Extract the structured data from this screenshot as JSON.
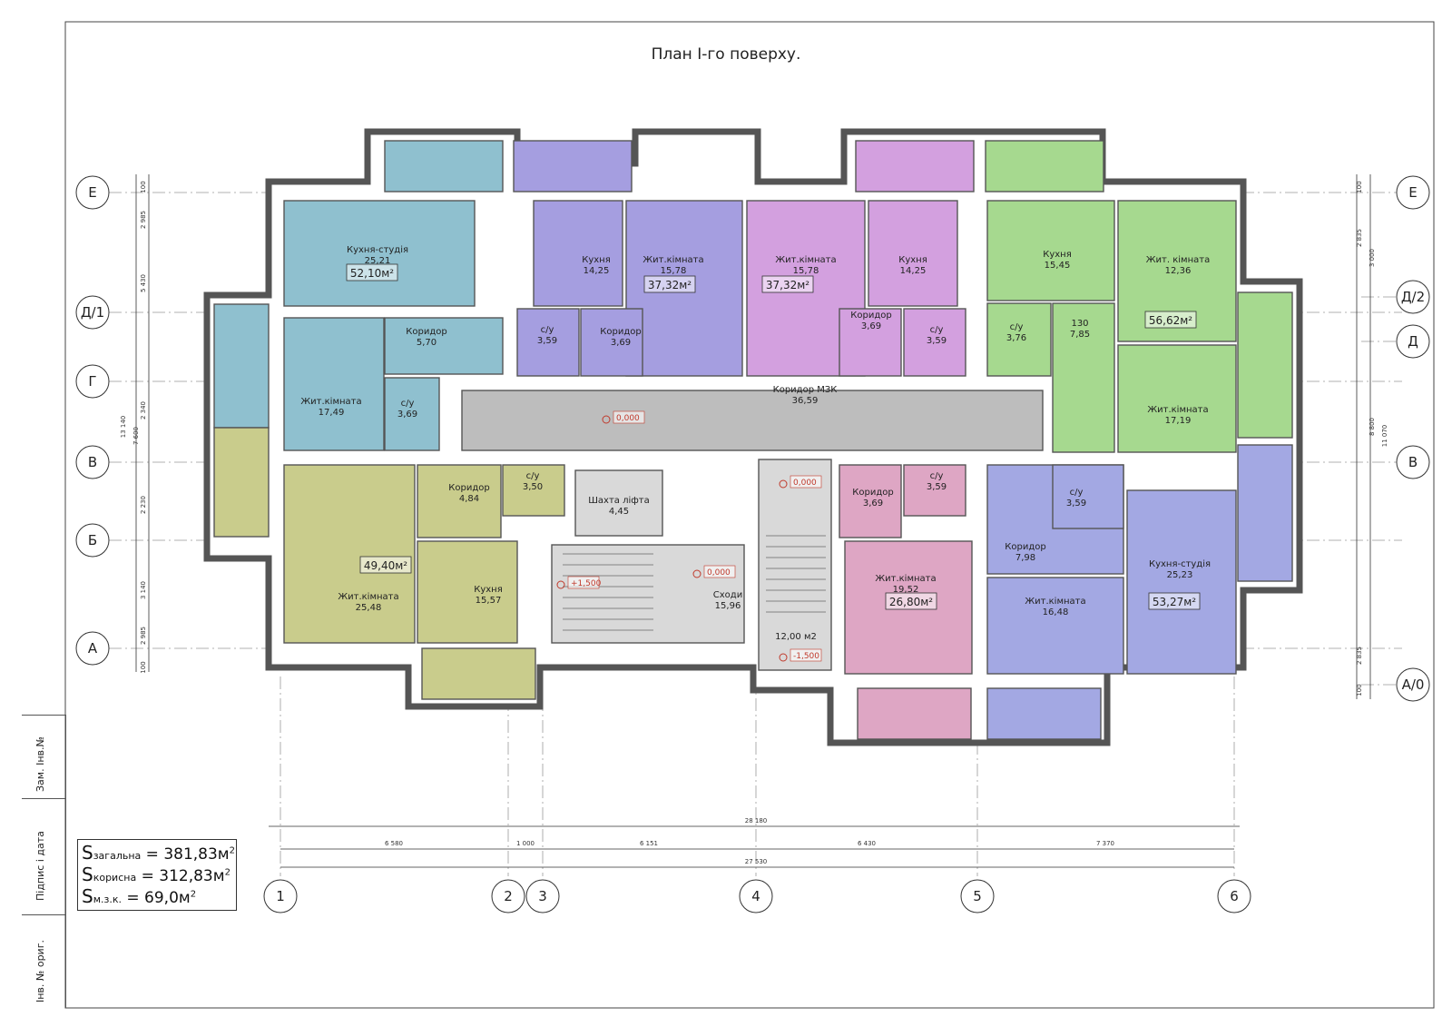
{
  "title": "План І-го поверху.",
  "axes": {
    "rows_left": [
      "Е",
      "Д/1",
      "Г",
      "В",
      "Б",
      "А"
    ],
    "rows_right": [
      "Е",
      "Д/2",
      "Д",
      "В",
      "А/0"
    ],
    "columns": [
      "1",
      "2",
      "3",
      "4",
      "5",
      "6"
    ]
  },
  "dims": {
    "overall_top": "28 180",
    "bays": [
      "6 580",
      "1 000",
      "6 151",
      "6 430",
      "7 370"
    ],
    "overall_bottom": "27 530",
    "left_chain": [
      "100",
      "2 985",
      "5 430",
      "2 340",
      "2 230",
      "3 140",
      "2 985",
      "100"
    ],
    "left_totals": [
      "13 140",
      "7 600"
    ],
    "right_chain": [
      "100",
      "2 835",
      "3 000",
      "8 800",
      "11 070",
      "2 835",
      "100"
    ]
  },
  "rooms": [
    {
      "name": "Кухня-студія",
      "area": "25,21",
      "fill": "#8fc0cf"
    },
    {
      "name": "Жит.кімната",
      "area": "17,49",
      "fill": "#8fc0cf"
    },
    {
      "name": "Коридор",
      "area": "5,70",
      "fill": "#8fc0cf"
    },
    {
      "name": "с/у",
      "area": "3,69",
      "fill": "#8fc0cf"
    },
    {
      "name": "Кухня",
      "area": "14,25",
      "fill": "#a59ee0"
    },
    {
      "name": "Жит.кімната",
      "area": "15,78",
      "fill": "#a59ee0"
    },
    {
      "name": "Коридор",
      "area": "3,69",
      "fill": "#a59ee0"
    },
    {
      "name": "с/у",
      "area": "3,59",
      "fill": "#a59ee0"
    },
    {
      "name": "Жит.кімната",
      "area": "15,78",
      "fill": "#d3a0df"
    },
    {
      "name": "Кухня",
      "area": "14,25",
      "fill": "#d3a0df"
    },
    {
      "name": "Коридор",
      "area": "3,69",
      "fill": "#d3a0df"
    },
    {
      "name": "с/у",
      "area": "3,59",
      "fill": "#d3a0df"
    },
    {
      "name": "Кухня",
      "area": "15,45",
      "fill": "#a6d98f"
    },
    {
      "name": "Жит. кімната",
      "area": "12,36",
      "fill": "#a6d98f"
    },
    {
      "name": "Жит.кімната",
      "area": "17,19",
      "fill": "#a6d98f"
    },
    {
      "name": "с/у",
      "area": "3,76",
      "fill": "#a6d98f"
    },
    {
      "name": "130",
      "area": "7,85",
      "fill": "#a6d98f"
    },
    {
      "name": "Коридор МЗК",
      "area": "36,59",
      "fill": "#bdbdbd"
    },
    {
      "name": "Жит.кімната",
      "area": "25,48",
      "fill": "#c9cc8c"
    },
    {
      "name": "Кухня",
      "area": "15,57",
      "fill": "#c9cc8c"
    },
    {
      "name": "Коридор",
      "area": "4,84",
      "fill": "#c9cc8c"
    },
    {
      "name": "с/у",
      "area": "3,50",
      "fill": "#c9cc8c"
    },
    {
      "name": "Шахта ліфта",
      "area": "4,45",
      "fill": "#d9d9d9"
    },
    {
      "name": "Сходи",
      "area": "15,96",
      "fill": "#d9d9d9"
    },
    {
      "name": "",
      "area": "12,00 м2",
      "fill": "#d9d9d9"
    },
    {
      "name": "Жит.кімната",
      "area": "19,52",
      "fill": "#dea6c4"
    },
    {
      "name": "Коридор",
      "area": "3,69",
      "fill": "#dea6c4"
    },
    {
      "name": "с/у",
      "area": "3,59",
      "fill": "#dea6c4"
    },
    {
      "name": "Жит.кімната",
      "area": "16,48",
      "fill": "#a3a8e3"
    },
    {
      "name": "Кухня-студія",
      "area": "25,23",
      "fill": "#a3a8e3"
    },
    {
      "name": "Коридор",
      "area": "7,98",
      "fill": "#a3a8e3"
    },
    {
      "name": "с/у",
      "area": "3,59",
      "fill": "#a3a8e3"
    }
  ],
  "apartment_totals": [
    "52,10м²",
    "37,32м²",
    "37,32м²",
    "56,62м²",
    "49,40м²",
    "26,80м²",
    "53,27м²"
  ],
  "elevations": [
    "0,000",
    "0,000",
    "0,000",
    "+1,500",
    "-1,500"
  ],
  "areas": {
    "total_label": "S",
    "total_sub": "загальна",
    "total_value": "= 381,83м",
    "useful_label": "S",
    "useful_sub": "корисна",
    "useful_value": "= 312,83м",
    "mzk_label": "S",
    "mzk_sub": "м.з.к.",
    "mzk_value": "= 69,0м",
    "unit_sup": "2"
  },
  "stamp": [
    "Зам. Інв.№",
    "Підпис і дата",
    "Інв. № ориг."
  ]
}
